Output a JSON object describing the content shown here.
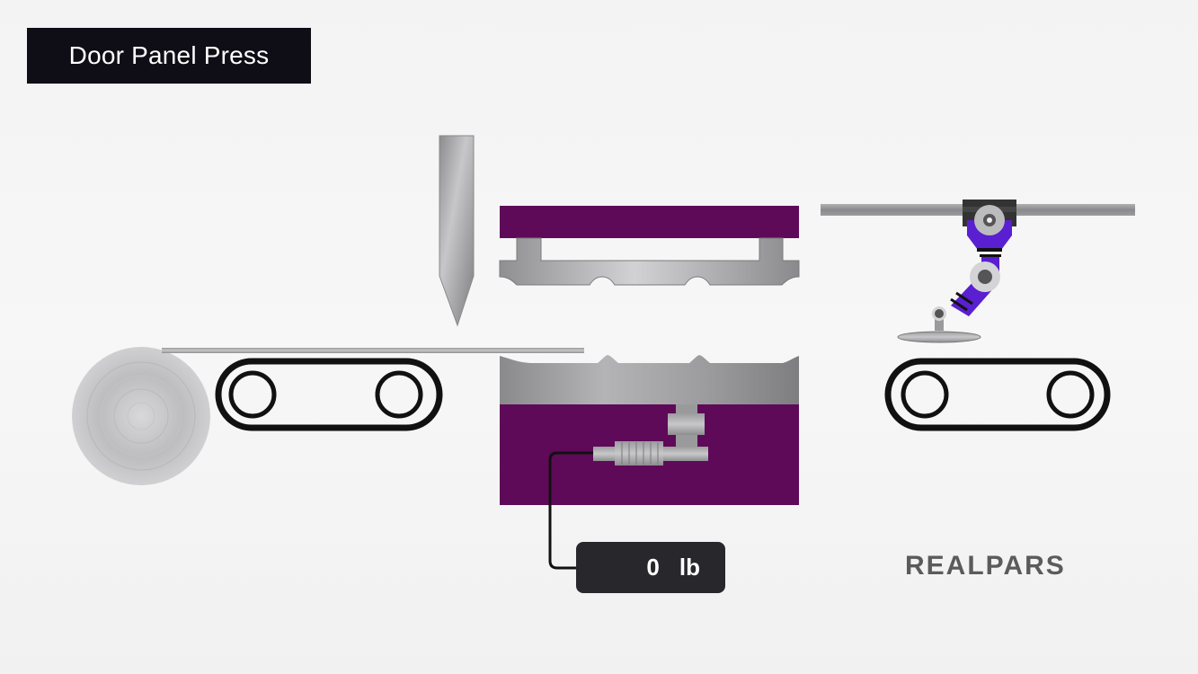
{
  "title": "Door Panel Press",
  "readout": {
    "value": "0",
    "unit": "lb"
  },
  "brand": "REALPARS",
  "colors": {
    "title_bg": "#0f0e16",
    "press_purple": "#5e0a58",
    "die_steel": "#a9a9ab",
    "robot_purple": "#5a1fd0",
    "conveyor_black": "#111111",
    "readout_bg": "#28272c",
    "brand_gray": "#5b5b5b"
  },
  "scene": {
    "components": [
      "blade",
      "steel-coil",
      "sheet-metal-strip",
      "infeed-conveyor",
      "upper-press-die",
      "lower-press-die",
      "load-cell-sensor",
      "sensor-cable",
      "overhead-rail",
      "robot-arm",
      "suction-gripper",
      "outfeed-conveyor"
    ]
  }
}
